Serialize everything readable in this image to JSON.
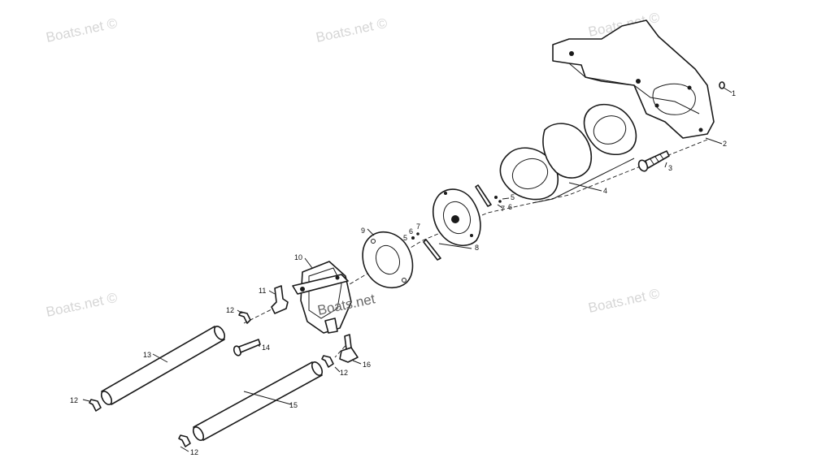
{
  "watermark": {
    "text": "Boats.net ©",
    "center_text": "Boats.net"
  },
  "callouts": {
    "c1": "1",
    "c2": "2",
    "c3": "3",
    "c4": "4",
    "c5a": "5",
    "c5b": "5",
    "c6a": "6",
    "c6b": "6",
    "c7a": "7",
    "c7b": "7",
    "c8": "8",
    "c9": "9",
    "c10": "10",
    "c11": "11",
    "c12a": "12",
    "c12b": "12",
    "c12c": "12",
    "c12d": "12",
    "c13": "13",
    "c14": "14",
    "c15": "15",
    "c16": "16"
  },
  "colors": {
    "line": "#1a1a1a",
    "watermark": "#d6d6d6"
  }
}
